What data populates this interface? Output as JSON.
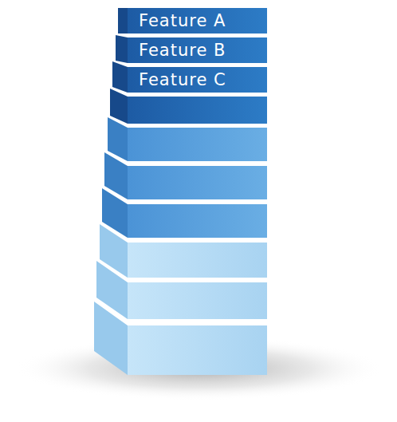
{
  "diagram": {
    "nodes": [
      {
        "text": [
          "Feature A"
        ]
      },
      {
        "text": [
          "Feature B"
        ]
      },
      {
        "text": [
          "Feature C"
        ]
      }
    ]
  }
}
